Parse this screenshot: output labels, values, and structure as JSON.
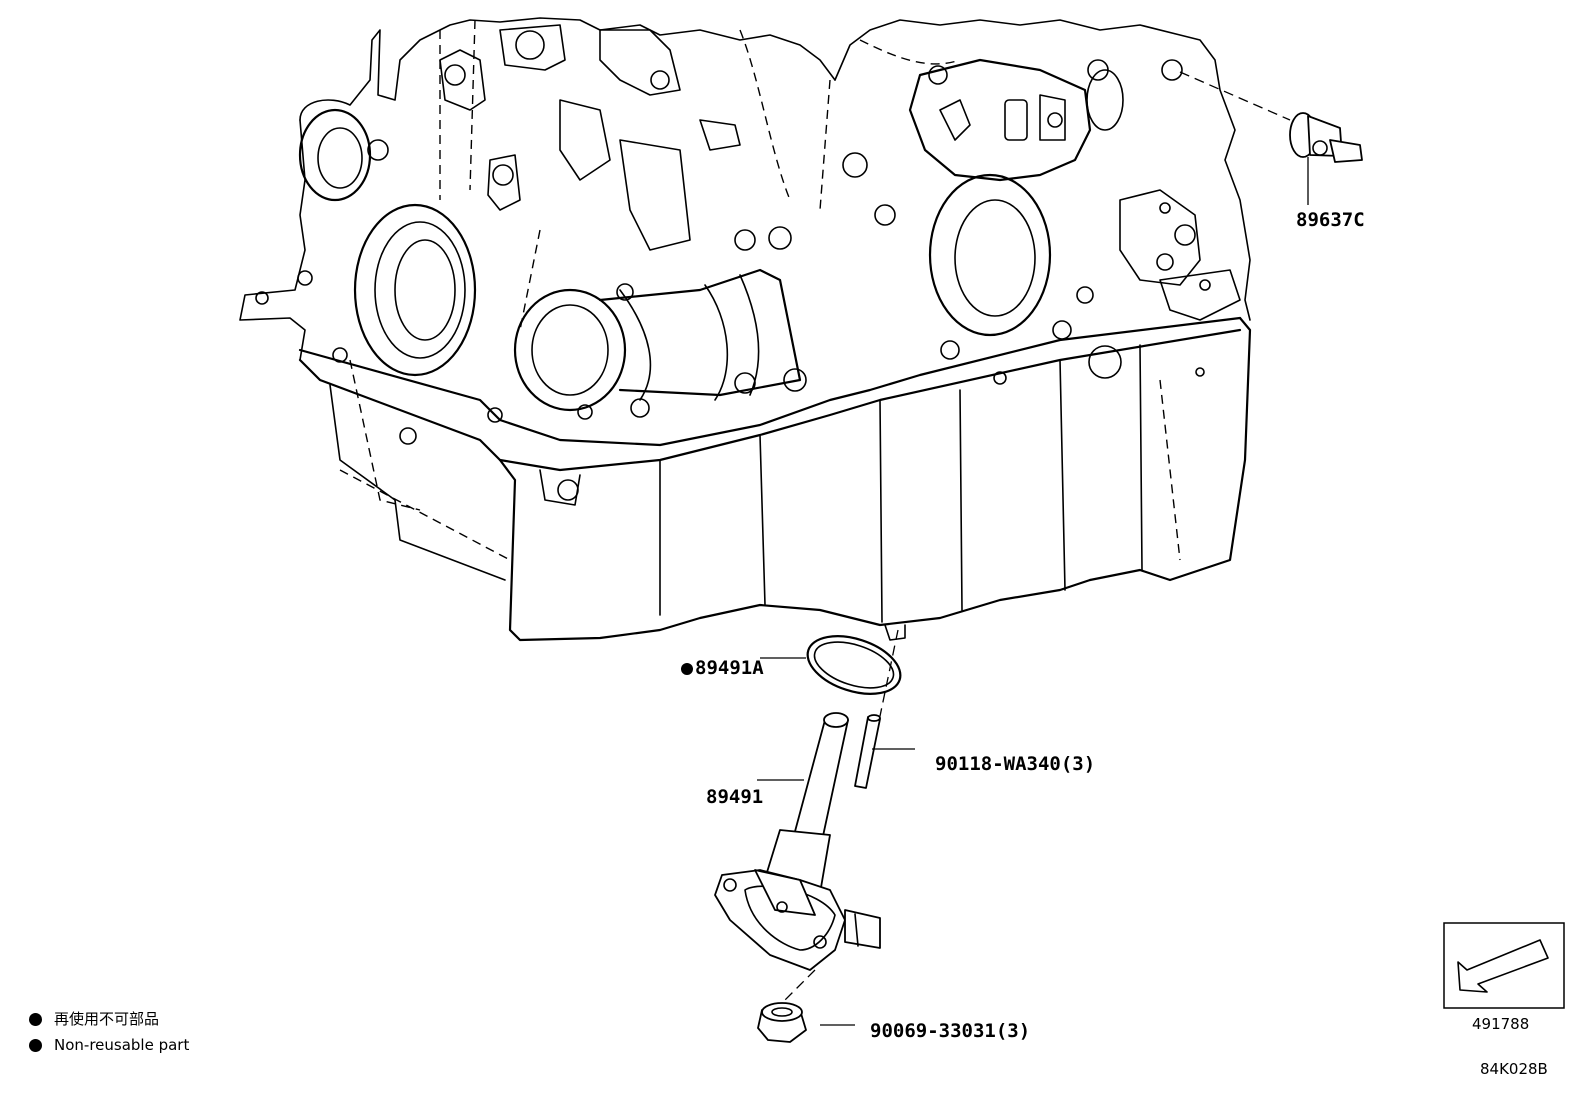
{
  "callouts": {
    "sensor": "89637C",
    "gasket": "89491A",
    "bolt": "90118-WA340(3)",
    "oil_level_sensor": "89491",
    "nut": "90069-33031(3)"
  },
  "legend": {
    "non_reusable_jp": "再使用不可部品",
    "non_reusable_en": "Non-reusable part"
  },
  "orientation_box_code": "491788",
  "figure_code": "84K028B"
}
